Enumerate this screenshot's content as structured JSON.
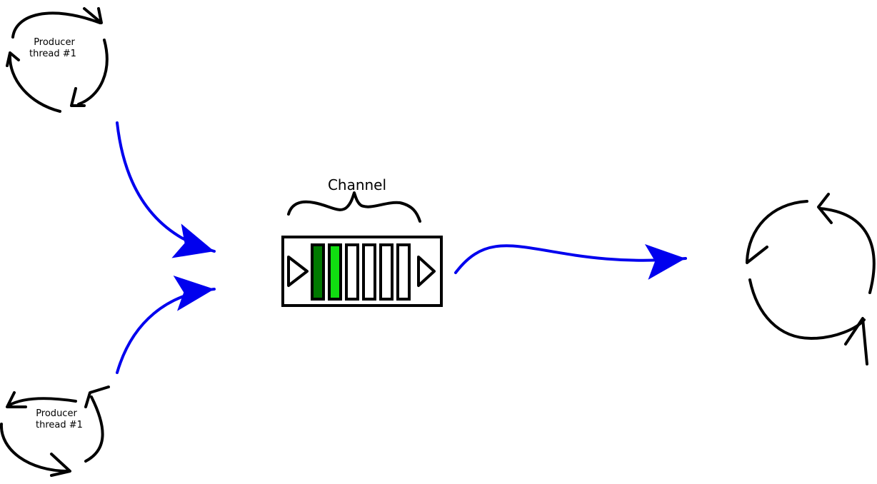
{
  "producers": [
    {
      "line1": "Producer",
      "line2": "thread #1"
    },
    {
      "line1": "Producer",
      "line2": "thread #1"
    }
  ],
  "channel": {
    "label": "Channel",
    "slots": 6,
    "filled_slots": 2
  },
  "colors": {
    "flow": "#0000ee",
    "stroke": "#000000",
    "slot_filled_dark": "#007a00",
    "slot_filled_light": "#11dd11",
    "slot_empty": "#ffffff"
  }
}
